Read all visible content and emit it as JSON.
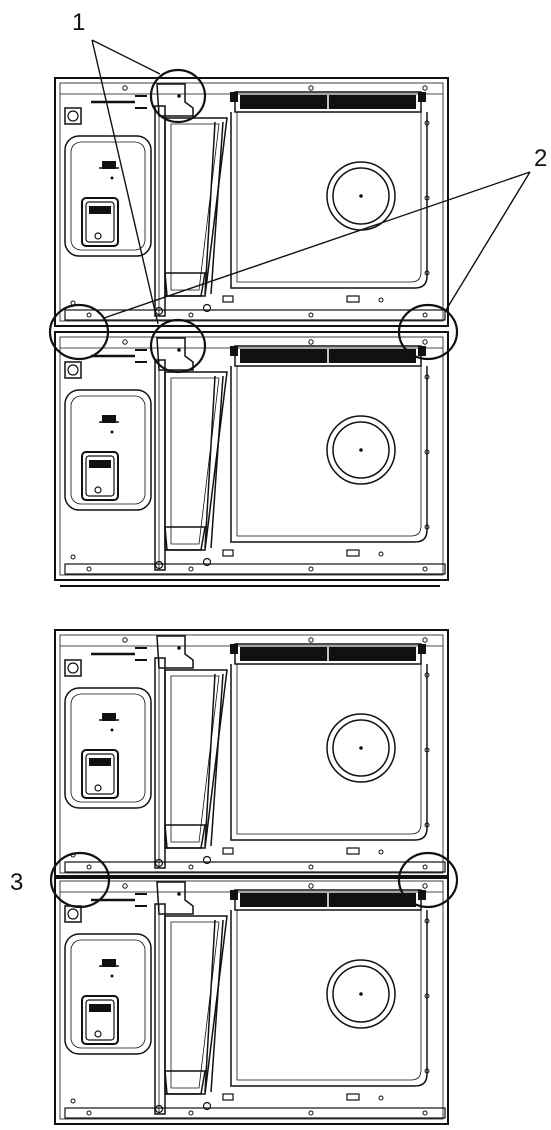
{
  "callouts": {
    "label_1": "1",
    "label_2": "2",
    "label_3": "3"
  },
  "colors": {
    "line": "#111111",
    "background": "#ffffff"
  }
}
